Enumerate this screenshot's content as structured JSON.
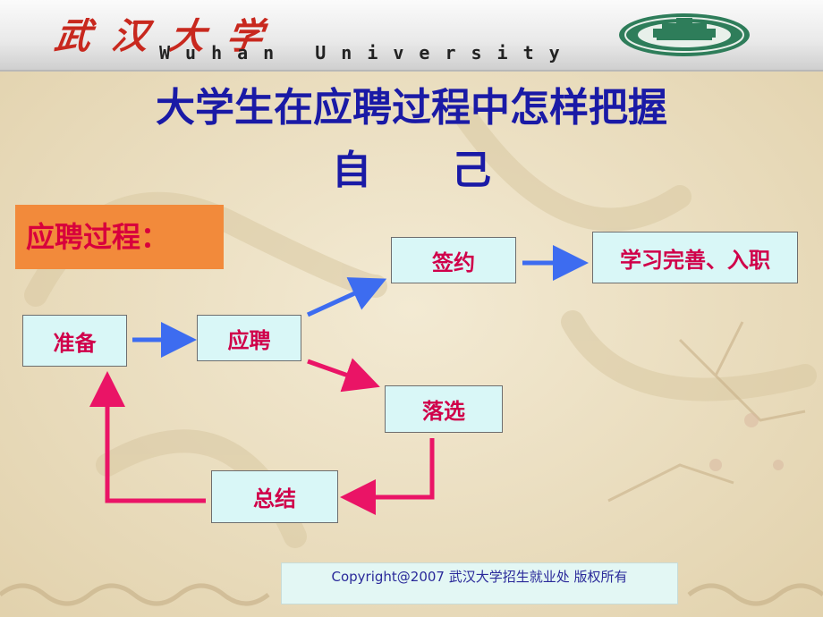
{
  "header": {
    "logo_cn": "武汉大学",
    "logo_en": "Wuhan University"
  },
  "title": {
    "line1": "大学生在应聘过程中怎样把握",
    "line2": "自己"
  },
  "process_label": "应聘过程：",
  "nodes": {
    "prepare": "准备",
    "apply": "应聘",
    "sign": "签约",
    "learn_onboard": "学习完善、入职",
    "rejected": "落选",
    "summary": "总结"
  },
  "footer": {
    "copyright": "Copyright@2007 武汉大学招生就业处 版权所有"
  },
  "colors": {
    "title": "#1a1aa6",
    "node_text": "#d0004a",
    "node_bg": "#d9f7f7",
    "label_bg": "#f28a3b",
    "arrow_blue": "#3d6cf0",
    "arrow_pink": "#ea1466"
  }
}
